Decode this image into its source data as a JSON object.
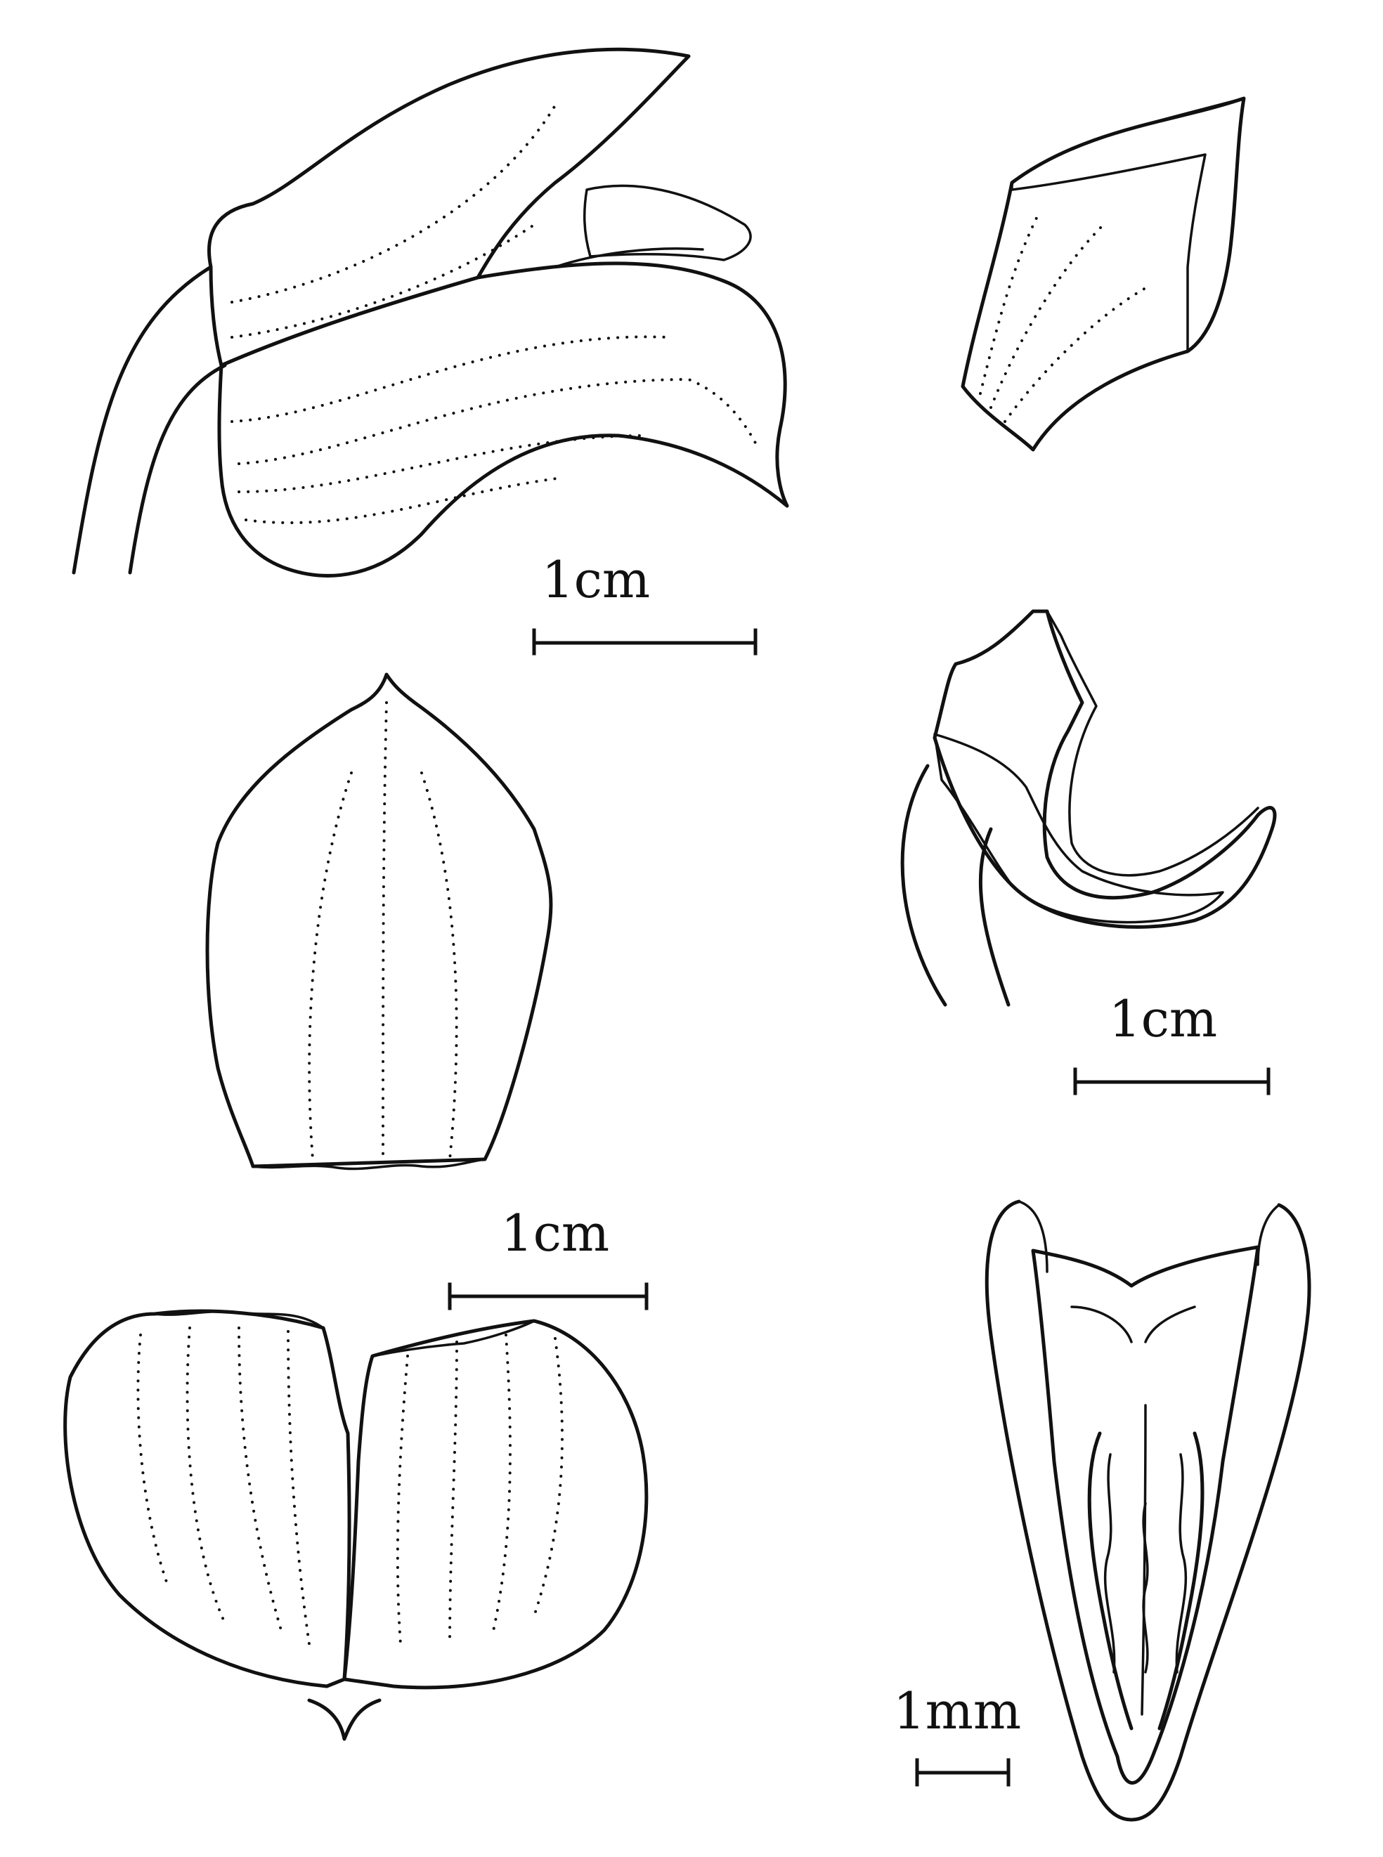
{
  "figure": {
    "background": "#ffffff",
    "ink": "#111111",
    "panels": [
      {
        "id": "flower-side-view",
        "scale_label": "1cm"
      },
      {
        "id": "petal-detail",
        "scale_label": null
      },
      {
        "id": "dorsal-sepal",
        "scale_label": "1cm"
      },
      {
        "id": "column-side-view",
        "scale_label": "1cm"
      },
      {
        "id": "lateral-sepals",
        "scale_label": null
      },
      {
        "id": "lip-front-view",
        "scale_label": "1mm"
      }
    ]
  }
}
